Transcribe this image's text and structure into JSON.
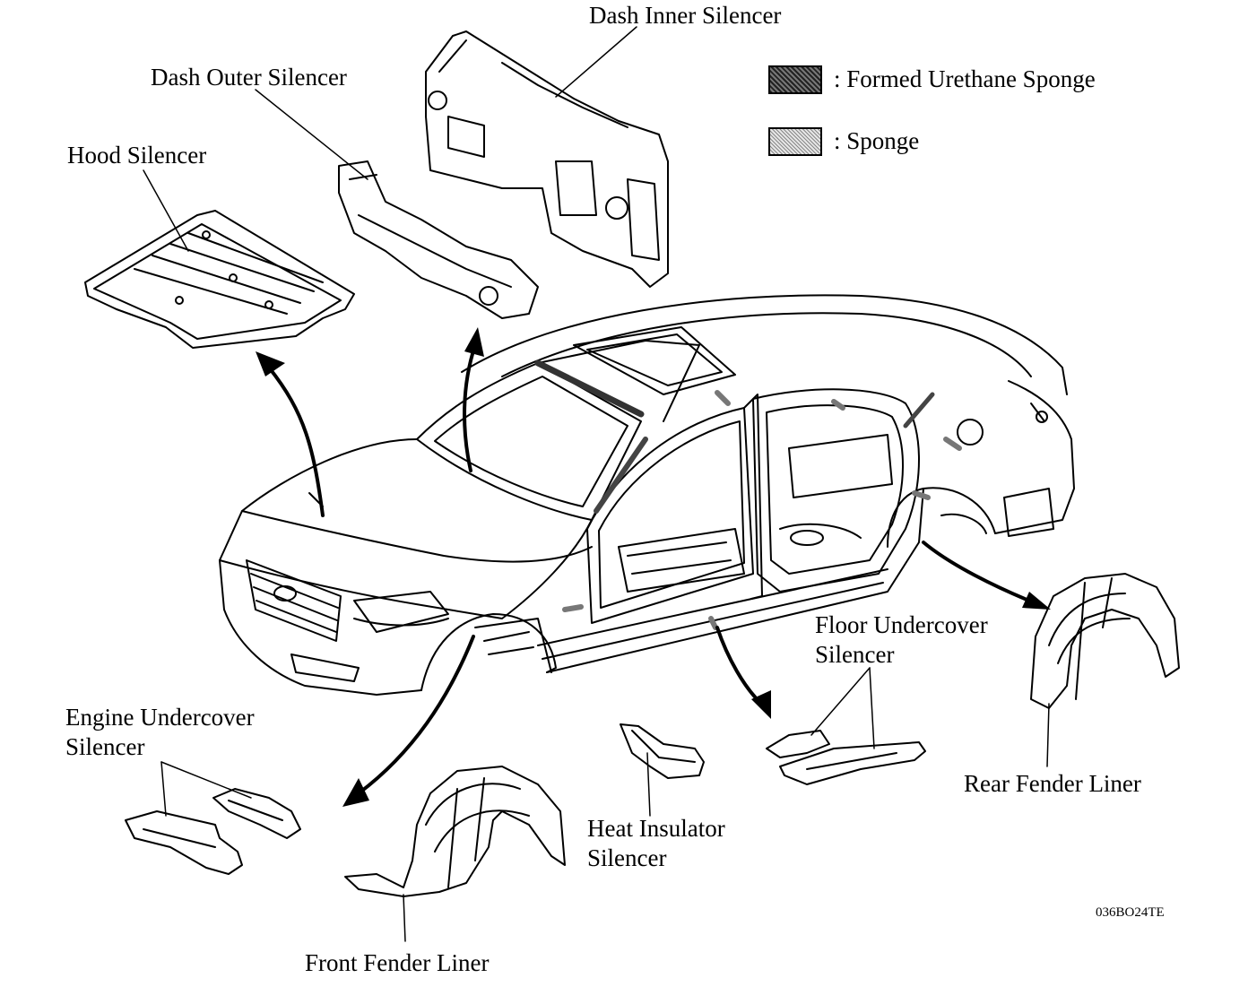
{
  "labels": {
    "dash_inner": "Dash Inner Silencer",
    "dash_outer": "Dash Outer Silencer",
    "hood": "Hood Silencer",
    "floor_under_1": "Floor Undercover",
    "floor_under_2": "Silencer",
    "engine_under_1": "Engine Undercover",
    "engine_under_2": "Silencer",
    "heat_1": "Heat Insulator",
    "heat_2": "Silencer",
    "rear_fender": "Rear Fender Liner",
    "front_fender": "Front Fender Liner"
  },
  "legend": {
    "formed": ": Formed Urethane Sponge",
    "sponge": ": Sponge",
    "formed_color": "#444444",
    "sponge_color": "#bbbbbb"
  },
  "figure_code": "036BO24TE"
}
